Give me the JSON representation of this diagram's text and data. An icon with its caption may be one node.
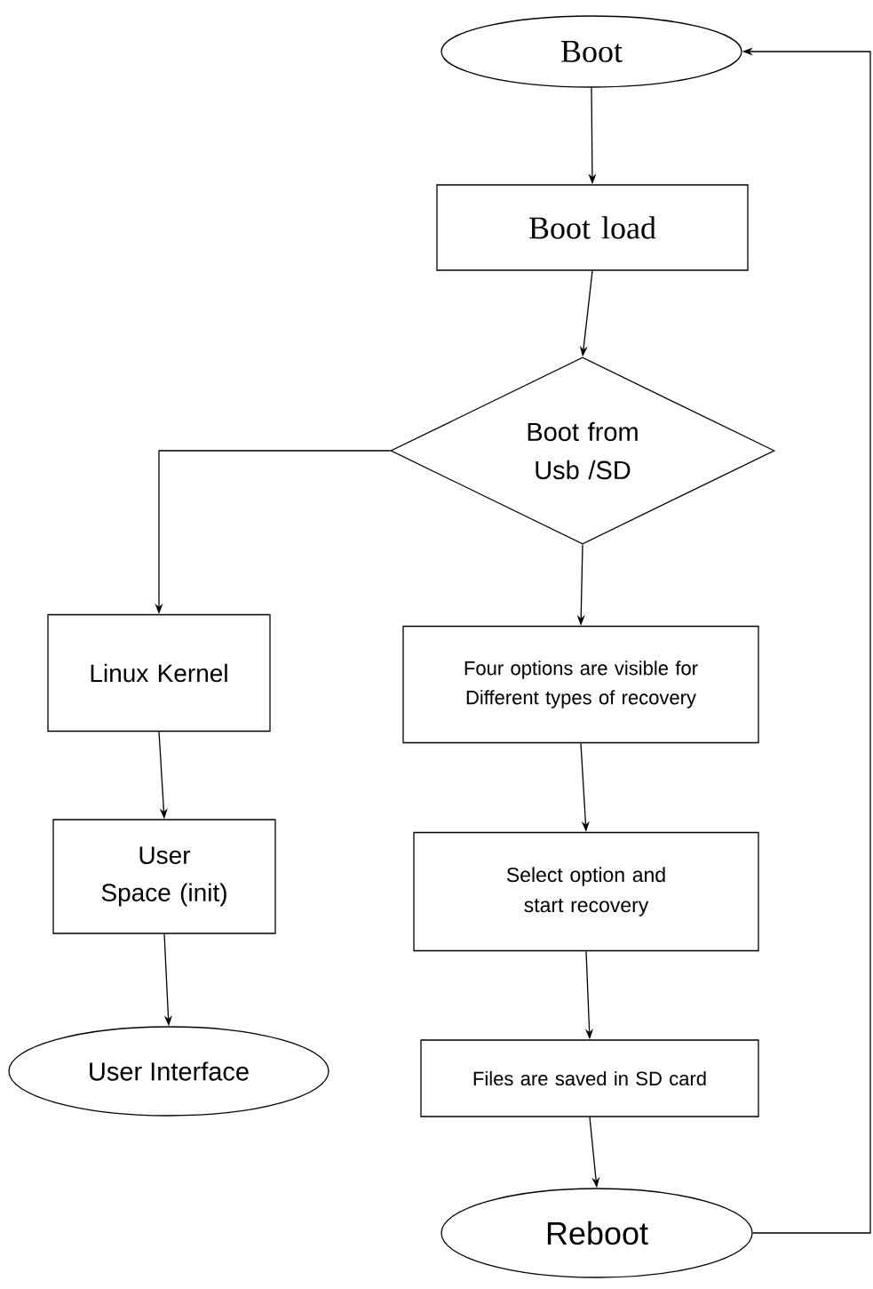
{
  "diagram": {
    "nodes": [
      {
        "text": [
          "Boot"
        ]
      },
      {
        "text": [
          "Boot load"
        ]
      },
      {
        "text": [
          "Boot from Usb /SD"
        ]
      },
      {
        "text": [
          "Linux Kernel"
        ]
      },
      {
        "text": [
          "Four options are visible for Different types of recovery"
        ]
      },
      {
        "text": [
          "User Space (init)"
        ]
      },
      {
        "text": [
          "Select option and start recovery"
        ]
      },
      {
        "text": [
          "User Interface"
        ]
      },
      {
        "text": [
          "Files are saved in SD card"
        ]
      },
      {
        "text": [
          "Reboot"
        ]
      }
    ],
    "edges": [
      {
        "from": 0,
        "to": 1,
        "arrow": "to"
      },
      {
        "from": 1,
        "to": 2,
        "arrow": "to"
      },
      {
        "from": 2,
        "to": 3,
        "arrow": "to"
      },
      {
        "from": 2,
        "to": 4,
        "arrow": "to"
      },
      {
        "from": 3,
        "to": 5,
        "arrow": "to"
      },
      {
        "from": 5,
        "to": 7,
        "arrow": "to"
      },
      {
        "from": 4,
        "to": 6,
        "arrow": "to"
      },
      {
        "from": 6,
        "to": 8,
        "arrow": "to"
      },
      {
        "from": 8,
        "to": 9,
        "arrow": "to"
      },
      {
        "from": 9,
        "to": 0,
        "arrow": "to"
      }
    ]
  }
}
